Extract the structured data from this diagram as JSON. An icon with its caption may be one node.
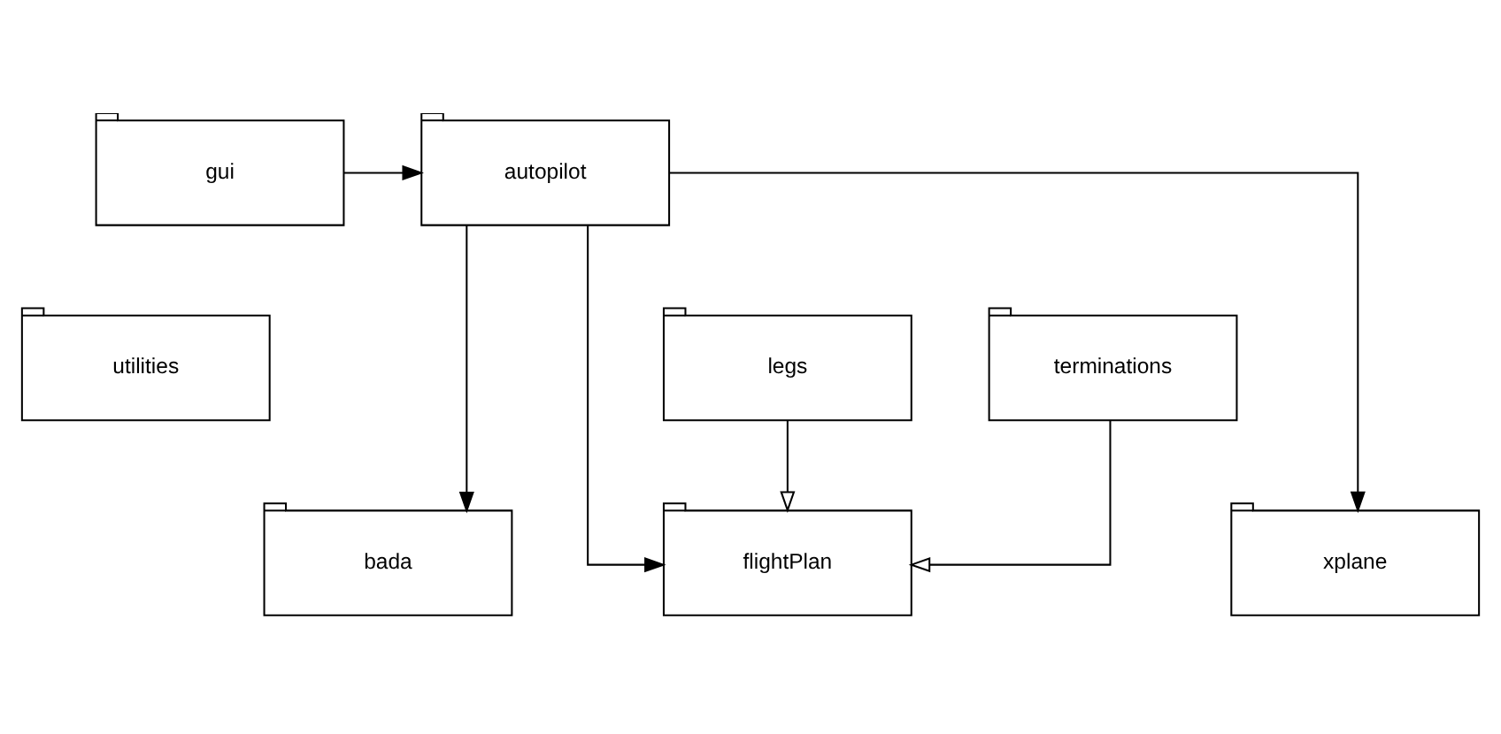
{
  "diagram": {
    "nodes": [
      {
        "text": [
          "gui"
        ]
      },
      {
        "text": [
          "autopilot"
        ]
      },
      {
        "text": [
          "bada"
        ]
      },
      {
        "text": [
          "flightPlan"
        ]
      },
      {
        "text": [
          "xplane"
        ]
      },
      {
        "text": [
          "utilities"
        ]
      },
      {
        "text": [
          "legs"
        ]
      },
      {
        "text": [
          "terminations"
        ]
      }
    ],
    "edges": [
      {
        "from": 0,
        "to": 1,
        "arrow": "to"
      },
      {
        "from": 1,
        "to": 2,
        "arrow": "to"
      },
      {
        "from": 1,
        "to": 3,
        "arrow": "to"
      },
      {
        "from": 1,
        "to": 4,
        "arrow": "to"
      },
      {
        "from": 6,
        "to": 3,
        "arrow": "to"
      },
      {
        "from": 7,
        "to": 3,
        "arrow": "to"
      }
    ]
  }
}
